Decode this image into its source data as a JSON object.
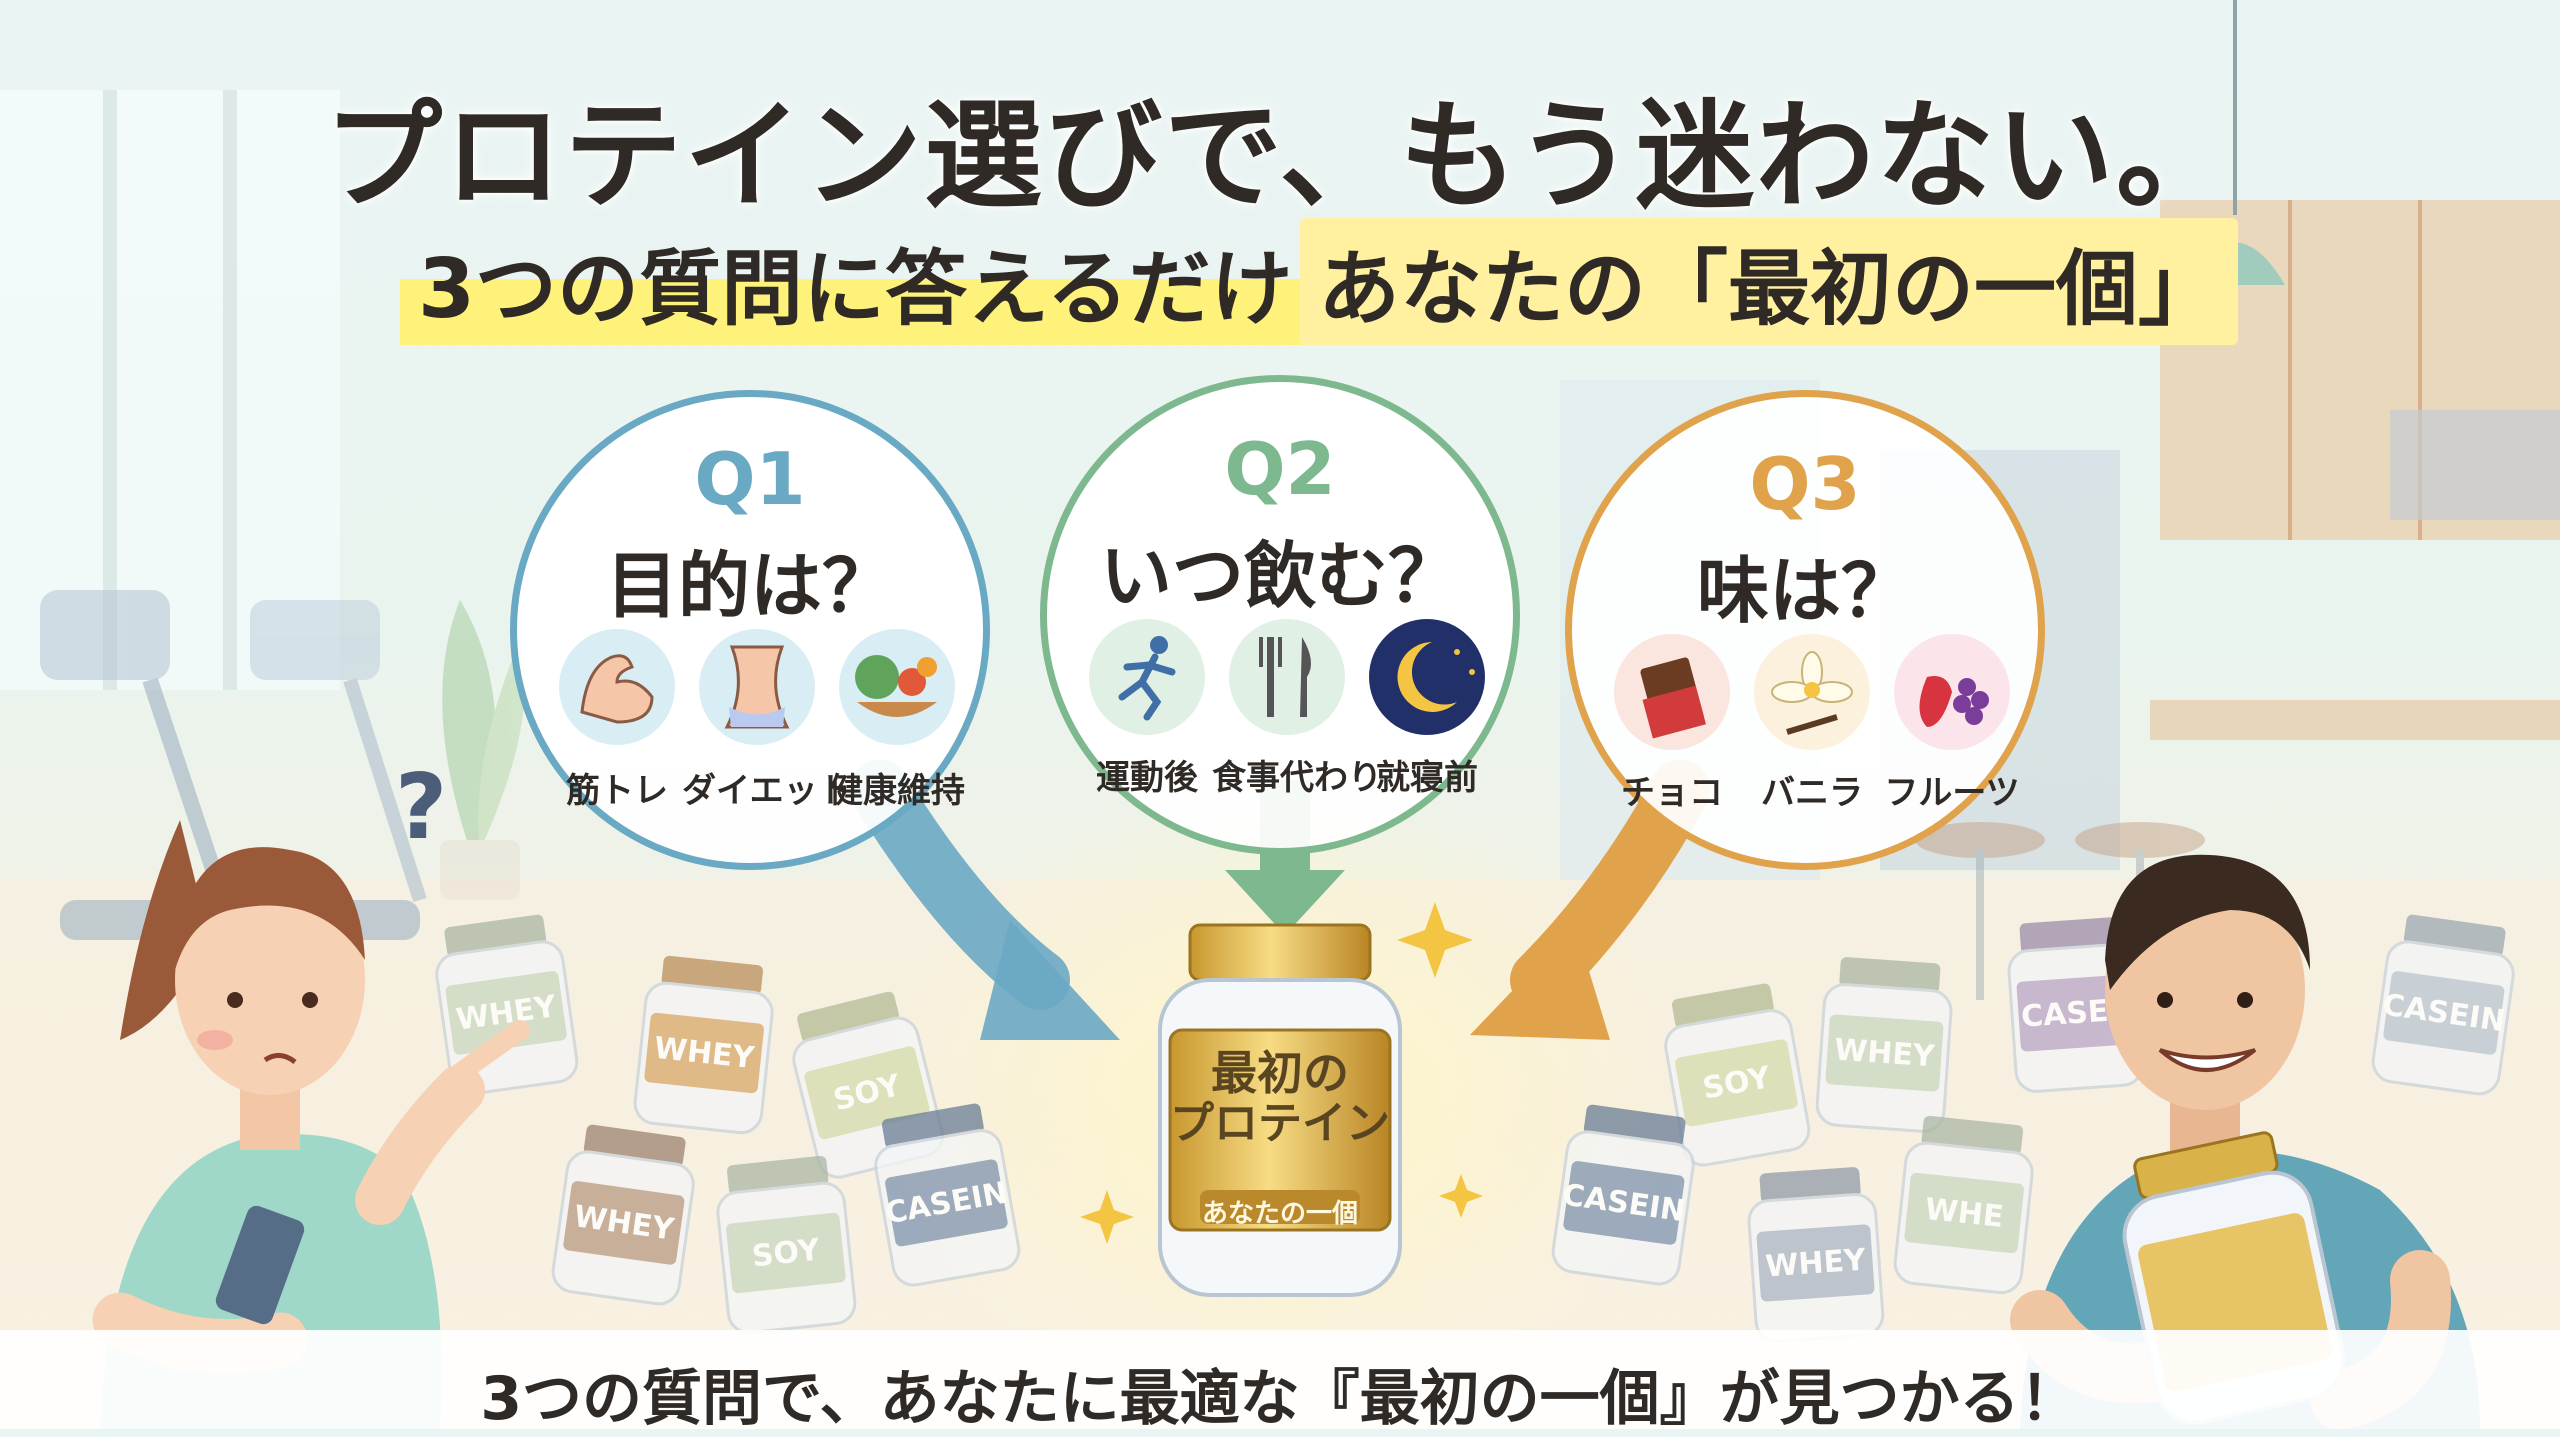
{
  "headline": "プロテイン選びで、もう迷わない。",
  "subheadline": {
    "part1": "3つの質問に答えるだけ！",
    "part2": "あなたの「最初の一個」"
  },
  "questions": [
    {
      "label": "Q1",
      "title": "目的は？",
      "color": "#6aa9c4",
      "options": [
        {
          "label": "筋トレ",
          "icon": "flexed-arm-icon"
        },
        {
          "label": "ダイエット",
          "icon": "waist-icon"
        },
        {
          "label": "健康維持",
          "icon": "vegetables-icon"
        }
      ]
    },
    {
      "label": "Q2",
      "title": "いつ飲む？",
      "color": "#7db88f",
      "options": [
        {
          "label": "運動後",
          "icon": "running-person-icon"
        },
        {
          "label": "食事代わり",
          "icon": "fork-knife-icon"
        },
        {
          "label": "就寝前",
          "icon": "moon-icon"
        }
      ]
    },
    {
      "label": "Q3",
      "title": "味は？",
      "color": "#e0a24a",
      "options": [
        {
          "label": "チョコ",
          "icon": "chocolate-icon"
        },
        {
          "label": "バニラ",
          "icon": "vanilla-flower-icon"
        },
        {
          "label": "フルーツ",
          "icon": "berries-icon"
        }
      ]
    }
  ],
  "jar": {
    "title_line1": "最初の",
    "title_line2": "プロテイン",
    "badge": "あなたの一個"
  },
  "tubs_left": [
    "WHEY",
    "WHEY",
    "SOY",
    "WHEY",
    "SOY",
    "CASEIN"
  ],
  "tubs_right": [
    "SOY",
    "WHEY",
    "CASEY",
    "CASEIN",
    "CASEIN",
    "WHEY",
    "WHE"
  ],
  "question_mark": "?",
  "bottom_caption": "3つの質問で、あなたに最適な『最初の一個』が見つかる！",
  "colors": {
    "highlight": "#fff27a",
    "gold": "#d9b24a",
    "q1": "#6aa9c4",
    "q2": "#7db88f",
    "q3": "#e0a24a"
  }
}
